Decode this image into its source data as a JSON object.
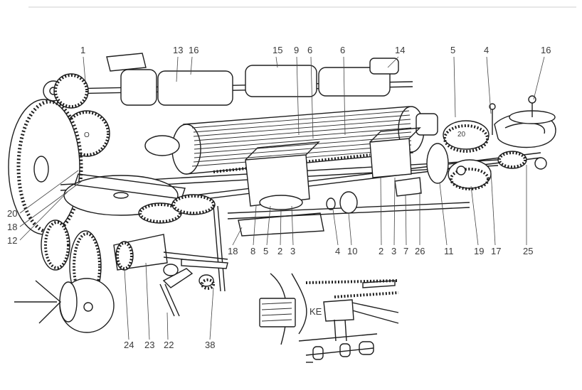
{
  "figure": {
    "callouts_top": [
      "1",
      "13",
      "16",
      "15",
      "9",
      "6",
      "6",
      "14",
      "5",
      "4",
      "16"
    ],
    "callouts_left": [
      "20",
      "18",
      "12"
    ],
    "callouts_bottom_mid": [
      "18",
      "8",
      "5",
      "2",
      "3",
      "4",
      "10",
      "2",
      "3",
      "7",
      "26",
      "11",
      "19",
      "17",
      "25"
    ],
    "callouts_bottom_left": [
      "24",
      "23",
      "22",
      "38"
    ],
    "inset_label": "KE"
  }
}
